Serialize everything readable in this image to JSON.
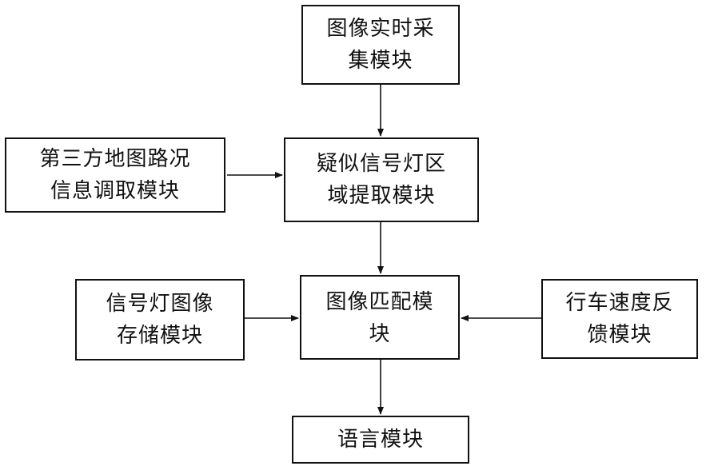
{
  "nodes": {
    "capture": {
      "line1": "图像实时采",
      "line2": "集模块"
    },
    "suspect": {
      "line1": "疑似信号灯区",
      "line2": "域提取模块"
    },
    "map": {
      "line1": "第三方地图路况",
      "line2": "信息调取模块"
    },
    "match": {
      "line1": "图像匹配模",
      "line2": "块"
    },
    "store": {
      "line1": "信号灯图像",
      "line2": "存储模块"
    },
    "speed": {
      "line1": "行车速度反",
      "line2": "馈模块"
    },
    "voice": {
      "line1": "语言模块"
    }
  },
  "edges": [
    {
      "from": "capture",
      "to": "suspect"
    },
    {
      "from": "map",
      "to": "suspect"
    },
    {
      "from": "suspect",
      "to": "match"
    },
    {
      "from": "store",
      "to": "match"
    },
    {
      "from": "speed",
      "to": "match"
    },
    {
      "from": "match",
      "to": "voice"
    }
  ],
  "colors": {
    "stroke": "#111111",
    "background": "#ffffff"
  }
}
